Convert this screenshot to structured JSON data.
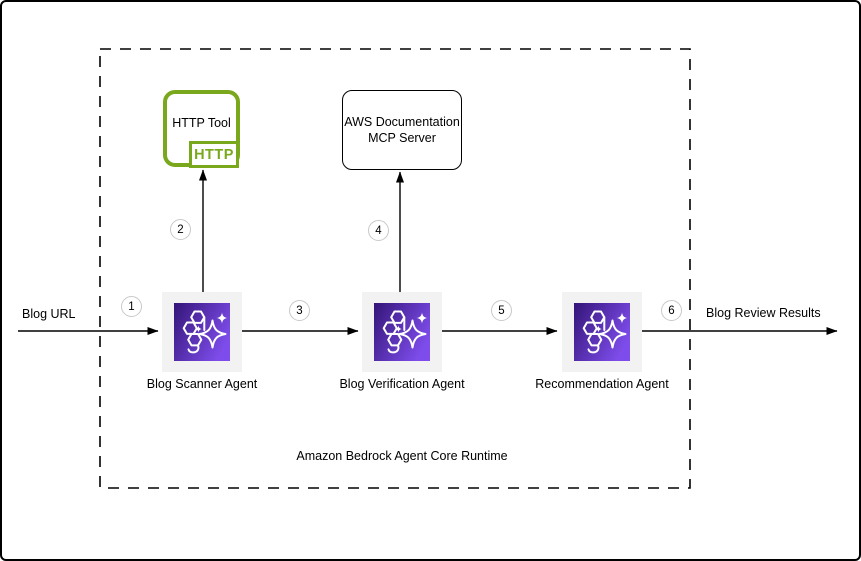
{
  "diagram": {
    "runtime_label": "Amazon Bedrock Agent Core Runtime",
    "input_label": "Blog URL",
    "output_label": "Blog Review Results",
    "agents": [
      {
        "label": "Blog Scanner Agent",
        "icon": "bedrock-agent-icon"
      },
      {
        "label": "Blog Verification Agent",
        "icon": "bedrock-agent-icon"
      },
      {
        "label": "Recommendation Agent",
        "icon": "bedrock-agent-icon"
      }
    ],
    "http_tool": {
      "label": "HTTP Tool",
      "badge": "HTTP",
      "icon": "http-badge-icon"
    },
    "mcp_server": {
      "line1": "AWS Documentation",
      "line2": "MCP Server"
    },
    "steps": [
      "1",
      "2",
      "3",
      "4",
      "5",
      "6"
    ]
  },
  "colors": {
    "accent_green": "#7AA81D",
    "agent_gradient_start": "#341578",
    "agent_gradient_end": "#7D4CEA",
    "node_bg": "#F2F2F2",
    "step_circle_border": "#C9C9C9",
    "line": "#000000"
  }
}
